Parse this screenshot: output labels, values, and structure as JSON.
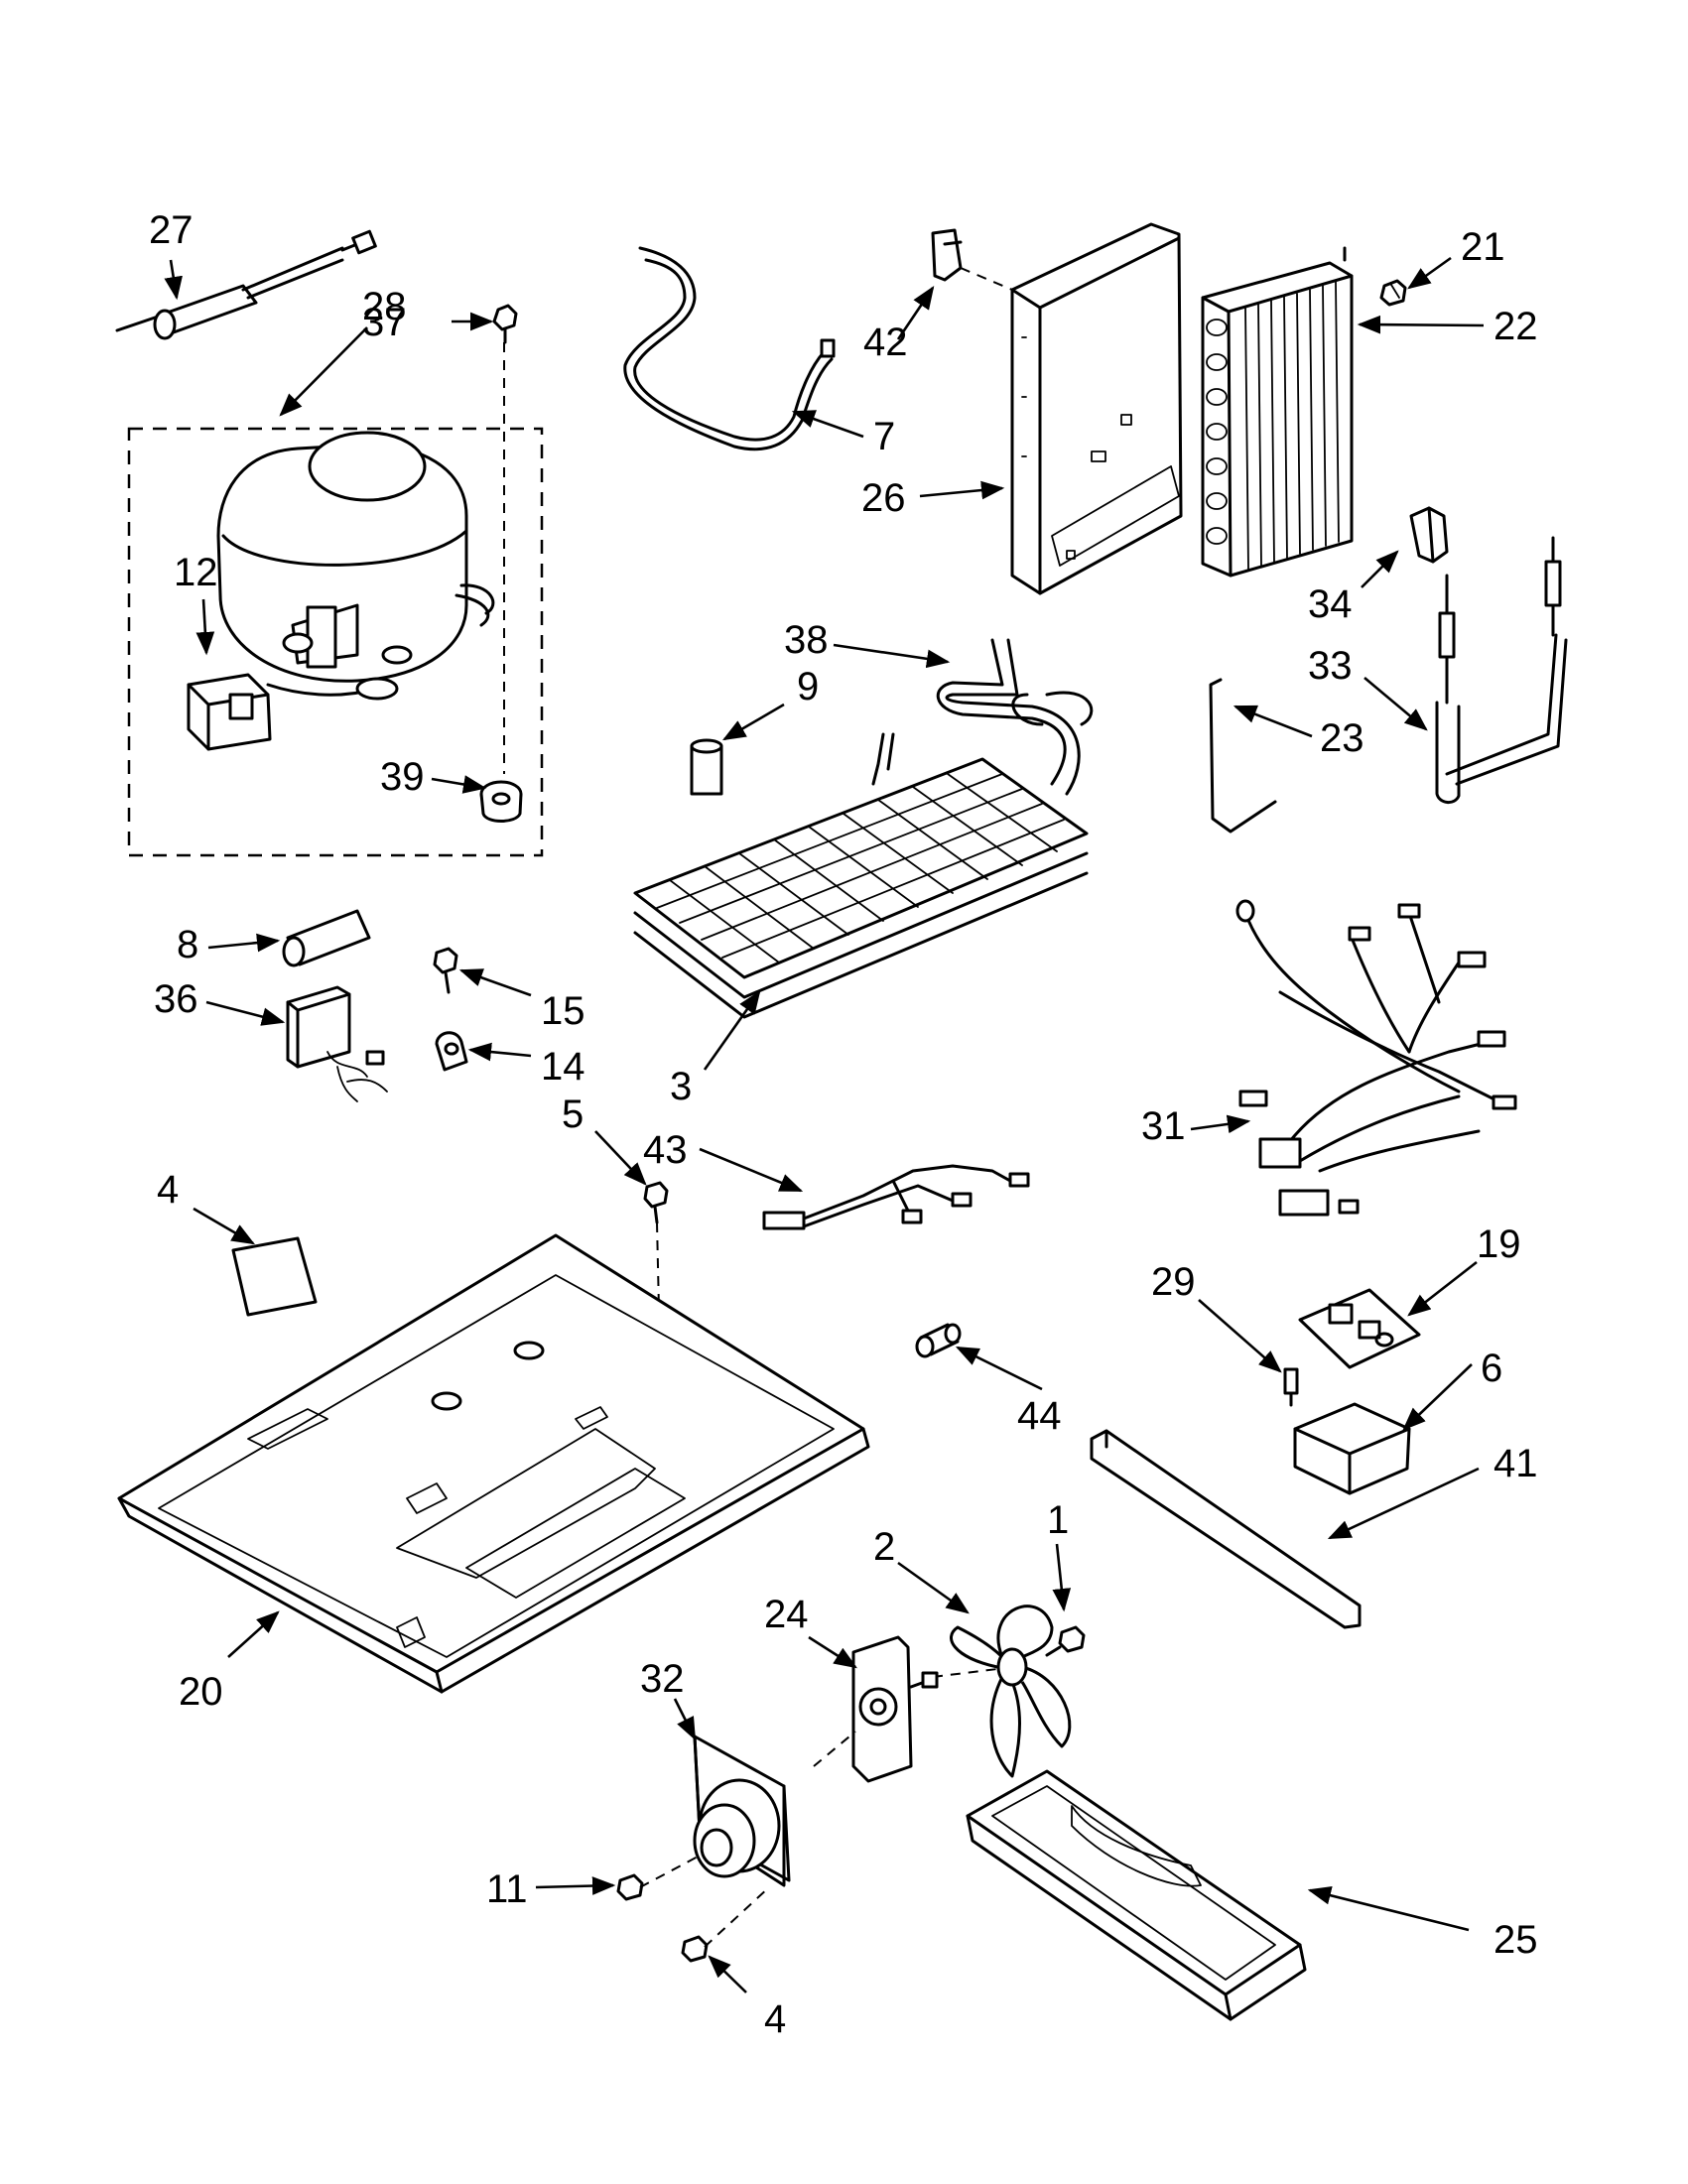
{
  "diagram": {
    "part_labels": [
      {
        "id": "p27",
        "text": "27"
      },
      {
        "id": "p28",
        "text": "28"
      },
      {
        "id": "p37",
        "text": "37"
      },
      {
        "id": "p12",
        "text": "12"
      },
      {
        "id": "p39",
        "text": "39"
      },
      {
        "id": "p7",
        "text": "7"
      },
      {
        "id": "p42",
        "text": "42"
      },
      {
        "id": "p26",
        "text": "26"
      },
      {
        "id": "p21",
        "text": "21"
      },
      {
        "id": "p22",
        "text": "22"
      },
      {
        "id": "p34",
        "text": "34"
      },
      {
        "id": "p33",
        "text": "33"
      },
      {
        "id": "p23",
        "text": "23"
      },
      {
        "id": "p38",
        "text": "38"
      },
      {
        "id": "p9",
        "text": "9"
      },
      {
        "id": "p8",
        "text": "8"
      },
      {
        "id": "p36",
        "text": "36"
      },
      {
        "id": "p15",
        "text": "15"
      },
      {
        "id": "p14",
        "text": "14"
      },
      {
        "id": "p5",
        "text": "5"
      },
      {
        "id": "p3",
        "text": "3"
      },
      {
        "id": "p43",
        "text": "43"
      },
      {
        "id": "p31",
        "text": "31"
      },
      {
        "id": "p4a",
        "text": "4"
      },
      {
        "id": "p19",
        "text": "19"
      },
      {
        "id": "p29",
        "text": "29"
      },
      {
        "id": "p6",
        "text": "6"
      },
      {
        "id": "p44",
        "text": "44"
      },
      {
        "id": "p41",
        "text": "41"
      },
      {
        "id": "p1",
        "text": "1"
      },
      {
        "id": "p2",
        "text": "2"
      },
      {
        "id": "p24",
        "text": "24"
      },
      {
        "id": "p32",
        "text": "32"
      },
      {
        "id": "p20",
        "text": "20"
      },
      {
        "id": "p11",
        "text": "11"
      },
      {
        "id": "p4b",
        "text": "4"
      },
      {
        "id": "p25",
        "text": "25"
      }
    ]
  }
}
